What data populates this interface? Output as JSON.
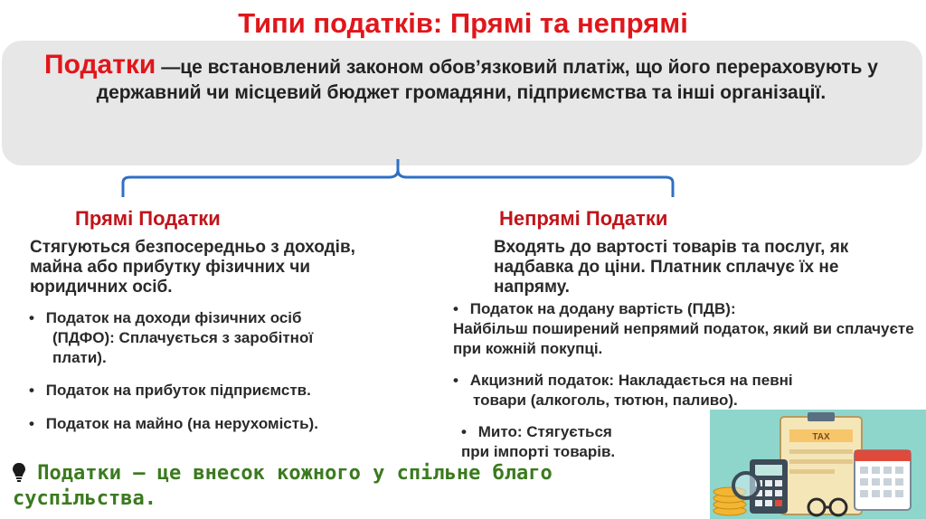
{
  "slide": {
    "title": "Типи податків: Прямі та непрямі",
    "definition": {
      "term": "Податки",
      "text": " —це встановлений законом обов’язковий платіж, що його перераховують у державний чи місцевий бюджет громадяни, підприємства та інші організації."
    },
    "direct": {
      "heading": "Прямі Податки",
      "description": "Стягуються безпосередньо з доходів, майна або прибутку фізичних чи юридичних осіб.",
      "items": [
        {
          "line1": "Податок на доходи фізичних осіб",
          "line2": "(ПДФО): Сплачується з  заробітної",
          "line3": "плати)."
        },
        {
          "text": "Податок на прибуток підприємств."
        },
        {
          "text": "Податок на майно (на нерухомість)."
        }
      ]
    },
    "indirect": {
      "heading": "Непрямі Податки",
      "description": "Входять до вартості товарів та послуг, як надбавка до ціни. Платник сплачує їх не напряму.",
      "items": [
        {
          "line1": "Податок на додану вартість (ПДВ):",
          "line2": "Найбільш поширений непрямий податок, який ви сплачуєте при кожній покупці."
        },
        {
          "line1": "Акцизний податок: Накладається на певні",
          "line2": "товари (алкоголь, тютюн, паливо)."
        },
        {
          "line1": "Мито: Стягується",
          "line2": "при імпорті товарів."
        }
      ]
    },
    "footer": {
      "icon": "lightbulb-icon",
      "text": "Податки — це внесок кожного у спільне благо суспільства."
    },
    "illustration": {
      "doc_label": "TAX"
    },
    "colors": {
      "title": "#e0161b",
      "heading": "#c0141a",
      "footer": "#3b7a1f",
      "brace": "#2f6fc4"
    }
  }
}
